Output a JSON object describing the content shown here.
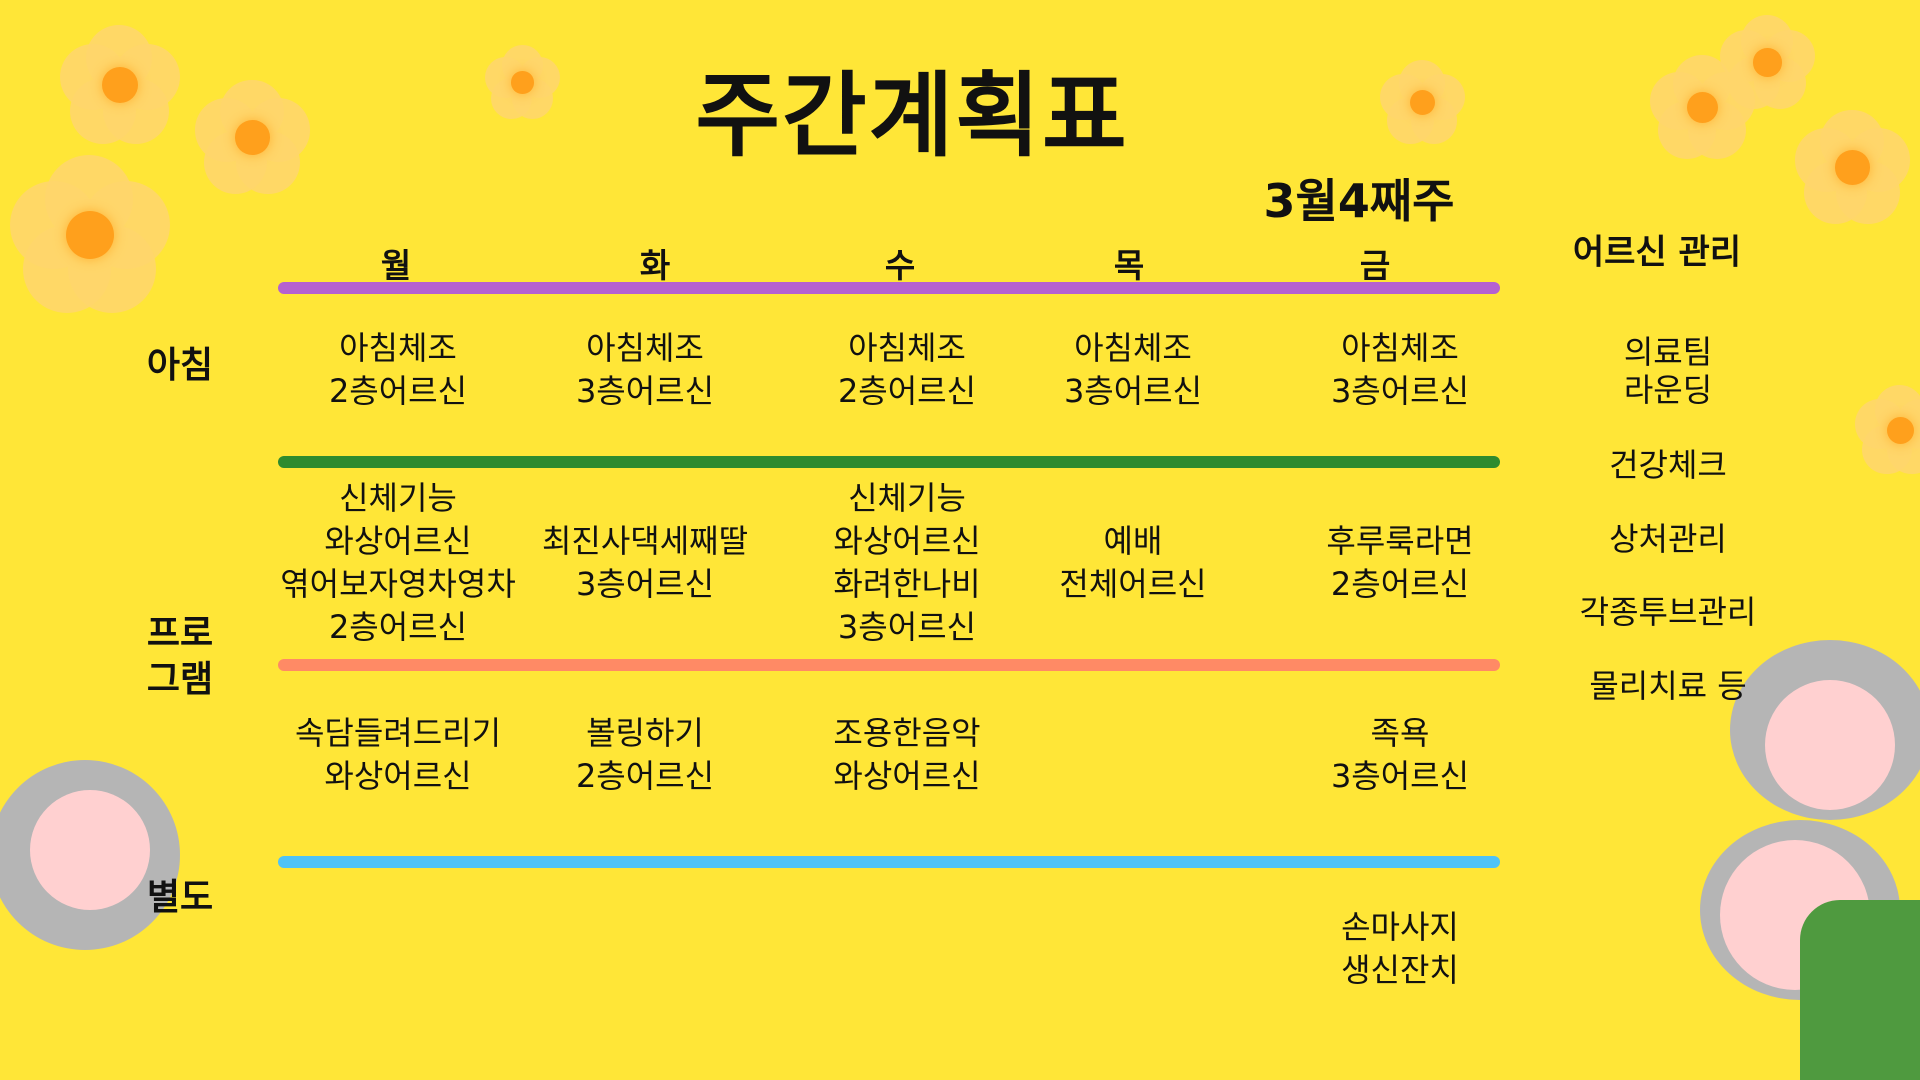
{
  "title": "주간계획표",
  "week": "3월4째주",
  "days": [
    "월",
    "화",
    "수",
    "목",
    "금"
  ],
  "row_labels": {
    "morning": "아침",
    "program_1": "프로",
    "program_2": "그램",
    "extra": "별도"
  },
  "schedule": {
    "morning": [
      [
        "아침체조",
        "2층어르신"
      ],
      [
        "아침체조",
        "3층어르신"
      ],
      [
        "아침체조",
        "2층어르신"
      ],
      [
        "아침체조",
        "3층어르신"
      ],
      [
        "아침체조",
        "3층어르신"
      ]
    ],
    "program_a": [
      [
        "신체기능",
        "와상어르신",
        "엮어보자영차영차",
        "2층어르신"
      ],
      [
        "최진사댁세째딸",
        "3층어르신"
      ],
      [
        "신체기능",
        "와상어르신",
        "화려한나비",
        "3층어르신"
      ],
      [
        "예배",
        "전체어르신"
      ],
      [
        "후루룩라면",
        "2층어르신"
      ]
    ],
    "program_b": [
      [
        "속담들려드리기",
        "와상어르신"
      ],
      [
        "볼링하기",
        "2층어르신"
      ],
      [
        "조용한음악",
        "와상어르신"
      ],
      [],
      [
        "족욕",
        "3층어르신"
      ]
    ],
    "extra": [
      [],
      [],
      [],
      [],
      [
        "손마사지",
        "생신잔치"
      ]
    ]
  },
  "care": {
    "heading": "어르신 관리",
    "items": [
      "의료팀",
      "라운딩",
      "건강체크",
      "상처관리",
      "각종투브관리",
      "물리치료 등"
    ]
  },
  "colors": {
    "background": "#ffe637",
    "line_purple": "#b561d0",
    "line_green": "#2e8b2e",
    "line_coral": "#ff8a65",
    "line_blue": "#4fc3f7"
  }
}
